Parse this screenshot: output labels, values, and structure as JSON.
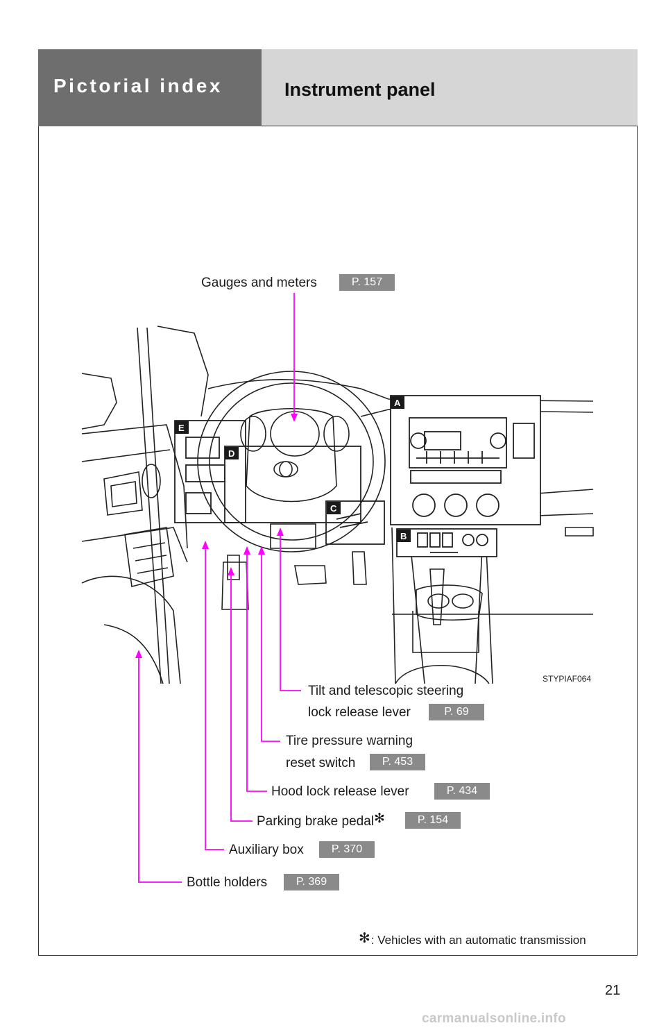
{
  "header": {
    "section": "Pictorial index",
    "title": "Instrument panel"
  },
  "illustration": {
    "code": "STYPIAF064",
    "region_labels": [
      "A",
      "B",
      "C",
      "D",
      "E"
    ]
  },
  "callouts": [
    {
      "lines": [
        "Gauges and meters"
      ],
      "page": "P. 157"
    },
    {
      "lines": [
        "Tilt and telescopic steering",
        "lock release lever"
      ],
      "page": "P. 69"
    },
    {
      "lines": [
        "Tire pressure warning",
        "reset switch"
      ],
      "page": "P. 453"
    },
    {
      "lines": [
        "Hood lock release lever"
      ],
      "page": "P. 434"
    },
    {
      "lines": [
        "Parking brake pedal"
      ],
      "page": "P. 154",
      "asterisk": "✻"
    },
    {
      "lines": [
        "Auxiliary box"
      ],
      "page": "P. 370"
    },
    {
      "lines": [
        "Bottle holders"
      ],
      "page": "P. 369"
    }
  ],
  "footnote": {
    "symbol": "✻",
    "text": ": Vehicles with an automatic transmission"
  },
  "page_number": "21",
  "watermark": "carmanualsonline.info",
  "colors": {
    "leader_line": "#ff00ff",
    "header_dark": "#6e6e6e",
    "header_light": "#d6d6d6",
    "page_ref_bg": "#8a8a8a"
  }
}
